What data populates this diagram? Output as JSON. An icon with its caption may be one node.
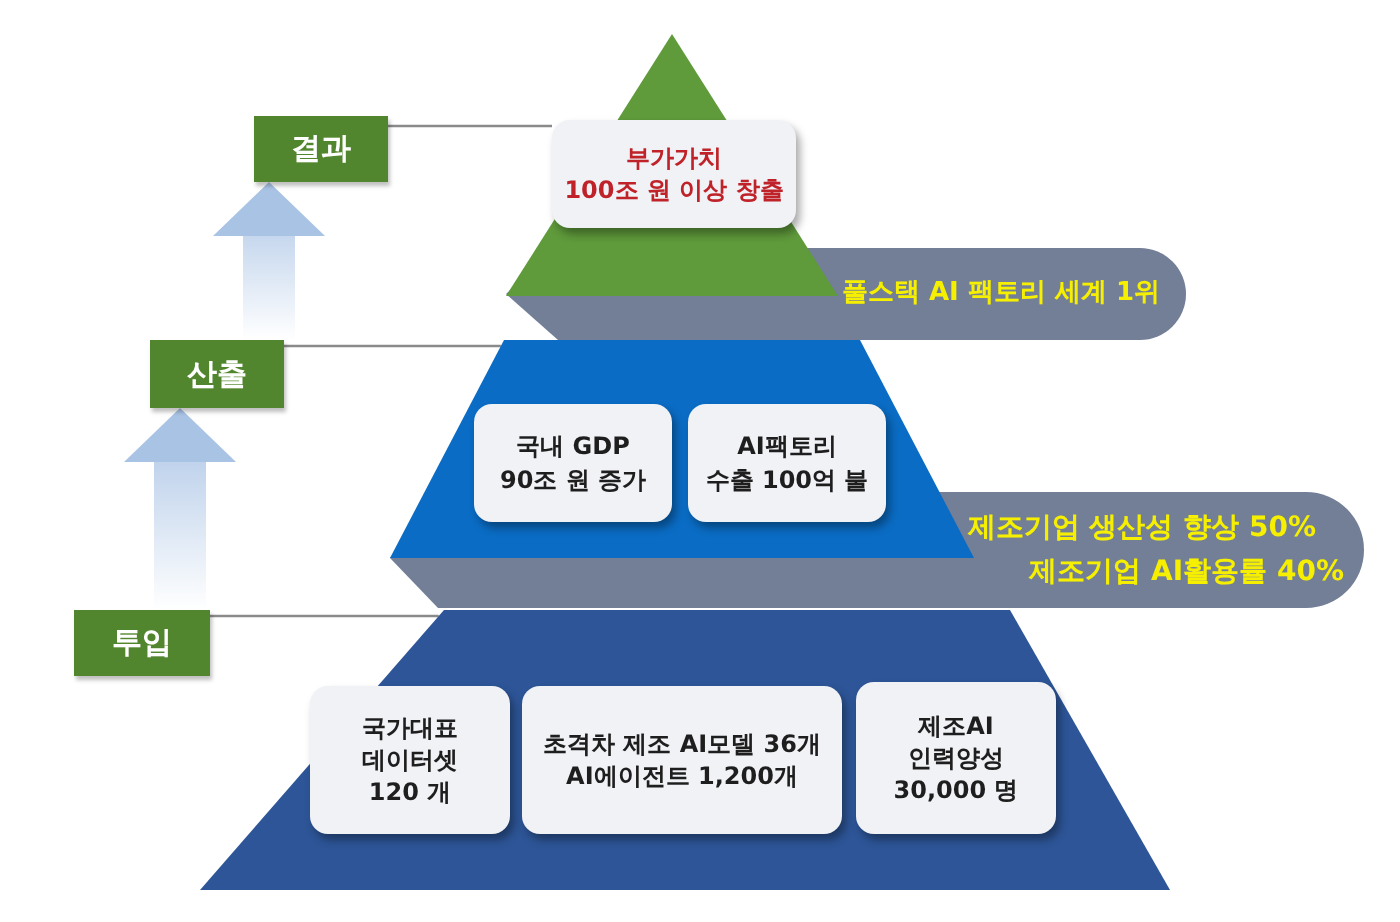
{
  "diagram": {
    "nodes": [
      {
        "text": [
          "결과"
        ]
      },
      {
        "text": [],
        "shape": "triangle"
      },
      {
        "text": [
          "부가가치",
          "100조 원 이상 창출"
        ],
        "in": 1
      },
      {
        "text": [
          "풀스택 AI 팩토리 세계 1위"
        ]
      },
      {
        "text": [
          "산출"
        ]
      },
      {
        "text": [],
        "shape": "trapezoid"
      },
      {
        "text": [
          "국내 GDP",
          "90조 원 증가"
        ],
        "in": 5
      },
      {
        "text": [
          "AI팩토리",
          "수출 100억 불"
        ],
        "in": 5
      },
      {
        "text": [
          "제조기업 생산성 향상 50%",
          "제조기업 AI활용률 40%"
        ]
      },
      {
        "text": [
          "투입"
        ]
      },
      {
        "text": [],
        "shape": "trapezoid"
      },
      {
        "text": [
          "국가대표 데이터셋",
          "120 개"
        ],
        "in": 10
      },
      {
        "text": [
          "초격차 제조 AI모델 36개",
          "AI에이전트 1,200개"
        ],
        "in": 10
      },
      {
        "text": [
          "제조AI 인력양성",
          "30,000 명"
        ],
        "in": 10
      }
    ],
    "edges": [
      {
        "from": 9,
        "to": 4,
        "arrow": "to",
        "style": "thick",
        "color": "#a9c3e5"
      },
      {
        "from": 4,
        "to": 0,
        "arrow": "to",
        "style": "thick",
        "color": "#a9c3e5"
      },
      {
        "from": 0,
        "to": 2,
        "arrow": "none"
      },
      {
        "from": 4,
        "to": 5,
        "arrow": "none"
      },
      {
        "from": 9,
        "to": 10,
        "arrow": "none"
      }
    ]
  }
}
